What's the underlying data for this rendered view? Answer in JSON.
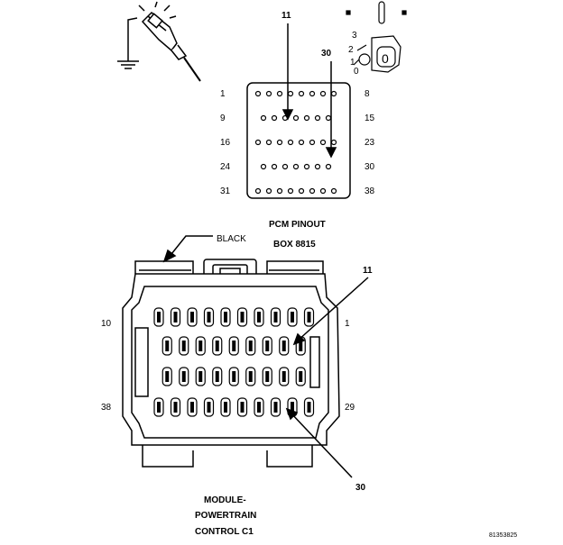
{
  "probe": {
    "meter_icon": "multimeter-probe-icon",
    "ground_icon": "ground-icon"
  },
  "key_switch": {
    "positions": [
      "3",
      "2",
      "1",
      "0"
    ],
    "dial_label": "0"
  },
  "breakout_box": {
    "title_line1": "PCM PINOUT",
    "title_line2": "BOX 8815",
    "callout_upper": "11",
    "callout_lower": "30",
    "row_start_labels": [
      "1",
      "9",
      "16",
      "24",
      "31"
    ],
    "row_end_labels": [
      "8",
      "15",
      "23",
      "30",
      "38"
    ],
    "rows": [
      8,
      7,
      8,
      7,
      8
    ]
  },
  "connector": {
    "color_label": "BLACK",
    "callout_upper": "11",
    "callout_lower": "30",
    "label_left_top": "10",
    "label_right_top": "1",
    "label_left_bottom": "38",
    "label_right_bottom": "29",
    "caption_line1": "MODULE-",
    "caption_line2": "POWERTRAIN",
    "caption_line3": "CONTROL C1",
    "rows": [
      10,
      9,
      9,
      10
    ]
  },
  "figure_id": "81353825"
}
